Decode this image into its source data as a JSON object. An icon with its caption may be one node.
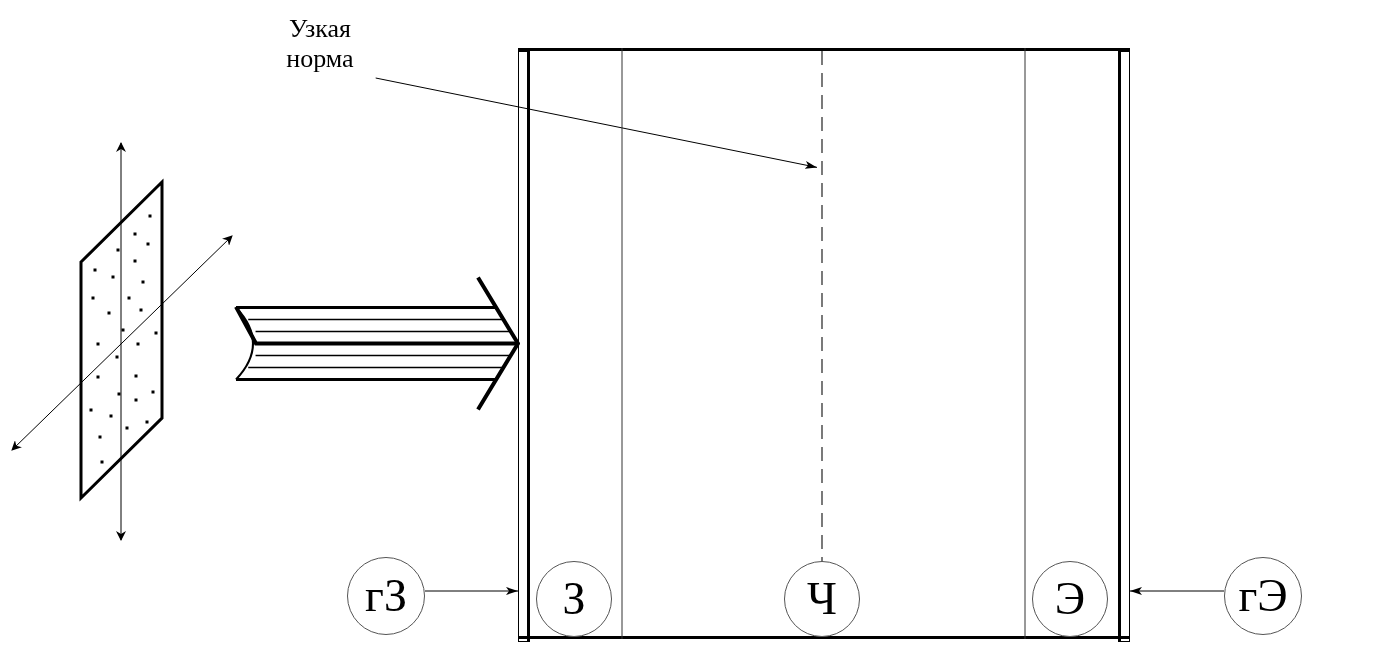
{
  "diagram": {
    "nodes": [
      {
        "text": [
          "Узкая норма"
        ]
      },
      {
        "text": [],
        "shape": "picture"
      },
      {
        "text": [],
        "shape": "box"
      },
      {
        "text": [],
        "shape": "line",
        "in": 2
      },
      {
        "text": [],
        "shape": "bar",
        "in": 2
      },
      {
        "text": [],
        "shape": "bar",
        "in": 2
      },
      {
        "text": [
          "гЗ"
        ]
      },
      {
        "text": [
          "З"
        ],
        "in": 2
      },
      {
        "text": [
          "Ч"
        ],
        "in": 2
      },
      {
        "text": [
          "Э"
        ],
        "in": 2
      },
      {
        "text": [
          "гЭ"
        ]
      }
    ],
    "edges": [
      {
        "from": 0,
        "to": 3,
        "arrow": "to"
      },
      {
        "from": 1,
        "to": 2,
        "arrow": "to",
        "style": "thick"
      },
      {
        "from": 6,
        "to": 4,
        "arrow": "to"
      },
      {
        "from": 10,
        "to": 5,
        "arrow": "to"
      }
    ]
  }
}
